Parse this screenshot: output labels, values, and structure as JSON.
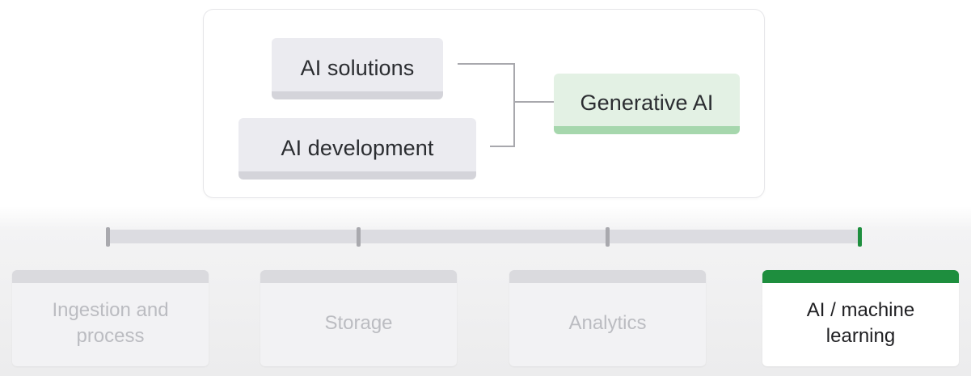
{
  "diagram": {
    "sub_items": [
      {
        "label": "AI solutions"
      },
      {
        "label": "AI development"
      }
    ],
    "parent": {
      "label": "Generative AI"
    }
  },
  "timeline": {
    "stages": [
      {
        "label": "Ingestion and\nprocess",
        "active": false
      },
      {
        "label": "Storage",
        "active": false
      },
      {
        "label": "Analytics",
        "active": false
      },
      {
        "label": "AI / machine\nlearning",
        "active": true
      }
    ]
  },
  "colors": {
    "accent_green": "#1e8e3e",
    "chip_green": "#e3f1e4",
    "chip_grey": "#ebebf0"
  }
}
